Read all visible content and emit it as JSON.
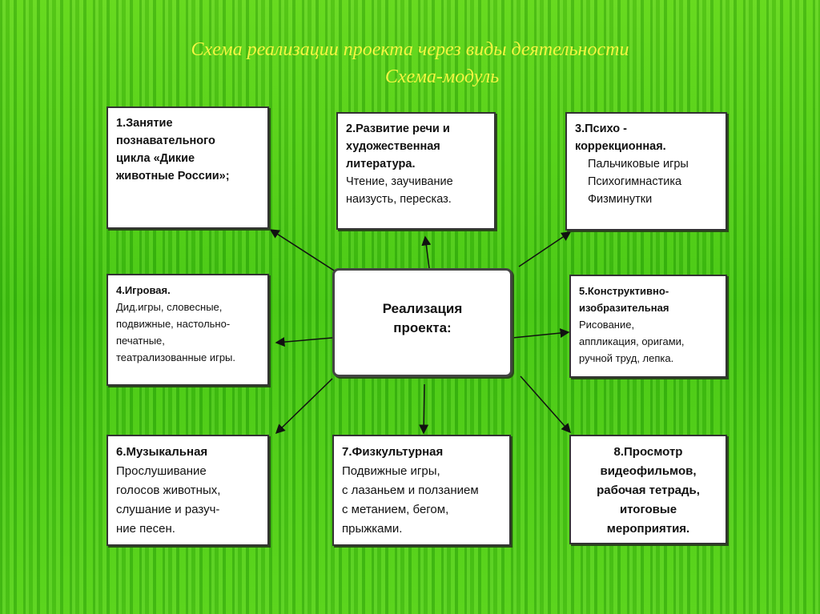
{
  "title": {
    "line1": "Схема реализации проекта через виды деятельности",
    "line2": "Схема-модуль"
  },
  "center": {
    "line1": "Реализация",
    "line2": "проекта:"
  },
  "boxes": [
    {
      "bold": [
        "1.Занятие",
        "познавательного",
        "цикла «Дикие",
        "животные России»;"
      ],
      "text": []
    },
    {
      "bold": [
        "2.Развитие речи и",
        "художественная",
        "литература."
      ],
      "text": [
        "Чтение, заучивание",
        "наизусть, пересказ."
      ]
    },
    {
      "bold": [
        "3.Психо -",
        "коррекционная."
      ],
      "text": [
        "Пальчиковые игры",
        "Психогимнастика",
        "Физминутки"
      ]
    },
    {
      "bold": [
        "4.Игровая."
      ],
      "text": [
        "Дид.игры, словесные,",
        "подвижные, настольно-",
        "печатные,",
        "театрализованные игры."
      ]
    },
    {
      "bold": [
        "5.Конструктивно-",
        "изобразительная"
      ],
      "text": [
        "Рисование,",
        "аппликация, оригами,",
        "ручной труд, лепка."
      ]
    },
    {
      "bold": [
        "6.Музыкальная"
      ],
      "text": [
        "Прослушивание",
        "голосов животных,",
        "слушание и разуч-",
        "ние  песен."
      ]
    },
    {
      "bold": [
        "7.Физкультурная"
      ],
      "text": [
        "Подвижные игры,",
        "с лазаньем и ползанием",
        "с метанием, бегом,",
        "прыжками."
      ]
    },
    {
      "bold": [
        "8.Просмотр",
        "видеофильмов,",
        "рабочая тетрадь,",
        "итоговые",
        "мероприятия."
      ],
      "text": []
    }
  ]
}
